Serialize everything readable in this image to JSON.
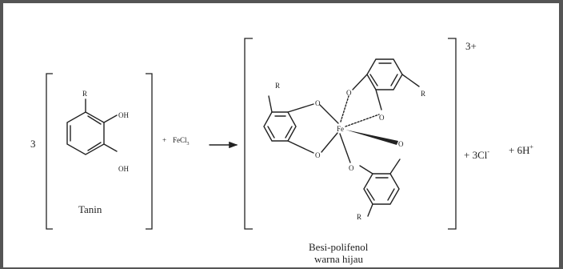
{
  "reactant": {
    "coefficient": "3",
    "substituent_r": "R",
    "hydroxyl_top": "OH",
    "hydroxyl_bottom": "OH",
    "caption": "Tanin"
  },
  "reagent": {
    "plus": "+",
    "formula": "FeCl",
    "formula_subscript": "3"
  },
  "complex": {
    "metal": "Fe",
    "oxygen": "O",
    "substituent_r": "R",
    "charge": "3+",
    "caption_line1": "Besi-polifenol",
    "caption_line2": "warna hijau"
  },
  "products": {
    "chloride": "+ 3Cl",
    "chloride_charge": "-",
    "proton": "+ 6H",
    "proton_charge": "+"
  }
}
